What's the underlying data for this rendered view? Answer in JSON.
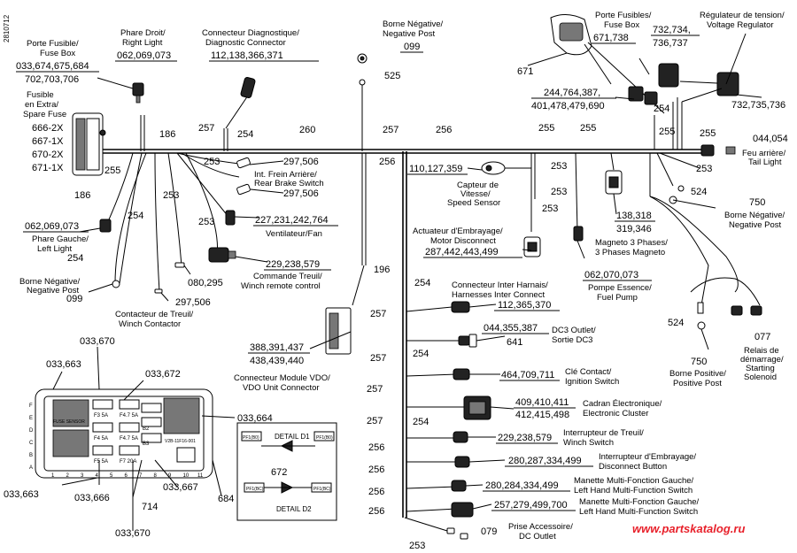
{
  "doc_id": "2810712",
  "watermark": "www.partskatalog.ru",
  "wire_codes": [
    "186",
    "257",
    "260",
    "257",
    "256",
    "255",
    "255",
    "254",
    "255",
    "255",
    "253",
    "253",
    "253",
    "253",
    "256",
    "253",
    "253",
    "196",
    "254",
    "257",
    "254",
    "257",
    "257",
    "257",
    "254",
    "256",
    "256",
    "256",
    "256",
    "186",
    "254",
    "253",
    "525",
    "254",
    "253",
    "254",
    "255"
  ],
  "labels": {
    "fuse_box_left": "Porte Fusible/\nFuse Box",
    "fuse_box_left_nums1": "033,674,675,684",
    "fuse_box_left_nums2": "702,703,706",
    "spare_fuse": "Fusible\nen Extra/\nSpare Fuse",
    "spare_nums": [
      "666-2X",
      "667-1X",
      "670-2X",
      "671-1X"
    ],
    "right_light": "Phare Droit/\nRight Light",
    "right_light_nums": "062,069,073",
    "diag": "Connecteur Diagnostique/\nDiagnostic Connector",
    "diag_nums": "112,138,366,371",
    "neg_post_top": "Borne Négative/\nNegative Post",
    "neg_post_top_num": "099",
    "fuse_box_right": "Porte Fusibles/\nFuse Box",
    "fuse_box_right_nums": "671,738",
    "nums_671": "671",
    "regulator": "Régulateur de tension/\nVoltage Regulator",
    "reg_nums1": "732,734,",
    "reg_nums2": "736,737",
    "reg_nums3": "732,735,736",
    "relay_nums1": "244,764,387,",
    "relay_nums2": "401,478,479,690",
    "tail_light_nums": "044,054",
    "tail_light": "Feu arrière/\nTail Light",
    "neg_post_right": "Borne Négative/\nNegative Post",
    "num_750a": "750",
    "num_524a": "524",
    "rear_brake_nums1": "297,506",
    "rear_brake": "Int. Frein Arrière/\nRear Brake Switch",
    "rear_brake_nums2": "297,506",
    "fan_nums": "227,231,242,764",
    "fan": "Ventilateur/Fan",
    "winch_ctrl_nums": "229,238,579",
    "winch_ctrl": "Commande Treuil/\nWinch remote control",
    "nums_080": "080,295",
    "nums_297": "297,506",
    "winch_contactor": "Contacteur de Treuil/\nWinch Contactor",
    "left_light_nums": "062,069,073",
    "left_light": "Phare Gauche/\nLeft Light",
    "neg_post_left": "Borne Négative/\nNegative Post",
    "num_099b": "099",
    "speed_nums": "110,127,359",
    "speed": "Capteur de\nVitesse/\nSpeed Sensor",
    "motor_disc": "Actuateur d'Embrayage/\nMotor Disconnect",
    "motor_disc_nums": "287,442,443,499",
    "magneto_nums1": "138,318",
    "magneto_nums2": "319,346",
    "magneto": "Magneto 3 Phases/\n3 Phases Magneto",
    "fuel_nums": "062,070,073",
    "fuel": "Pompe Essence/\nFuel Pump",
    "harness": "Connecteur Inter Harnais/\nHarnesses Inter Connect",
    "harness_nums": "112,365,370",
    "dc3_nums": "044,355,387",
    "num_641": "641",
    "dc3": "DC3 Outlet/\nSortie DC3",
    "ign_nums": "464,709,711",
    "ign": "Clé Contact/\nIgnition Switch",
    "cluster_nums1": "409,410,411",
    "cluster_nums2": "412,415,498",
    "cluster": "Cadran Électronique/\nElectronic Cluster",
    "winch_sw_nums": "229,238,579",
    "winch_sw": "Interrupteur de Treuil/\nWinch Switch",
    "disc_btn_nums": "280,287,334,499",
    "disc_btn": "Interrupteur d'Embrayage/\nDisconnect Button",
    "lh_nums1": "280,284,334,499",
    "lh1": "Manette Multi-Fonction Gauche/\nLeft Hand Multi-Function Switch",
    "lh_nums2": "257,279,499,700",
    "lh2": "Manette Multi-Fonction Gauche/\nLeft Hand Multi-Function Switch",
    "dc_outlet": "Prise Accessoire/\nDC Outlet",
    "num_079a": "079",
    "vdo_nums1": "388,391,437",
    "vdo_nums2": "438,439,440",
    "vdo": "Connecteur Module VDO/\nVDO Unit Connector",
    "num_524b": "524",
    "num_750b": "750",
    "pos_post": "Borne Positive/\nPositive Post",
    "num_077": "077",
    "starting": "Relais de\ndémarrage/\nStarting\nSolenoid",
    "fb_033_663a": "033,663",
    "fb_033_670a": "033,670",
    "fb_033_672": "033,672",
    "fb_033_664": "033,664",
    "fb_033_663b": "033,663",
    "fb_033_666": "033,666",
    "fb_714": "714",
    "fb_033_667": "033,667",
    "fb_684": "684",
    "fb_033_670b": "033,670",
    "detail_d1": "DETAIL D1",
    "detail_d2": "DETAIL D2",
    "detail_672": "672",
    "fuse_f3": "F3 5A",
    "fuse_f4": "F4 5A",
    "fuse_f5": "F5 5A",
    "fuse_f7": "F7 20A",
    "fuse_f47": "F4.7 5A",
    "fuse_b2": "B2",
    "fuse_b3": "B3",
    "fuse_f4b": "F4.7 5A",
    "fuse_sensor": "FUSE SENSOR",
    "cols": [
      "1",
      "2",
      "3",
      "4",
      "5",
      "6",
      "7",
      "8",
      "9",
      "10",
      "11"
    ],
    "rows": [
      "F",
      "E",
      "D",
      "C",
      "B",
      "A"
    ],
    "box_code": "V2B-11F16-001",
    "pf_a1": "PF1(B0)",
    "pf_b1": "PF1(B0)",
    "pf_a2": "PF1(BC)",
    "pf_b2": "PF1(BC)"
  },
  "colors": {
    "ink": "#000000",
    "watermark": "#e8212b"
  }
}
